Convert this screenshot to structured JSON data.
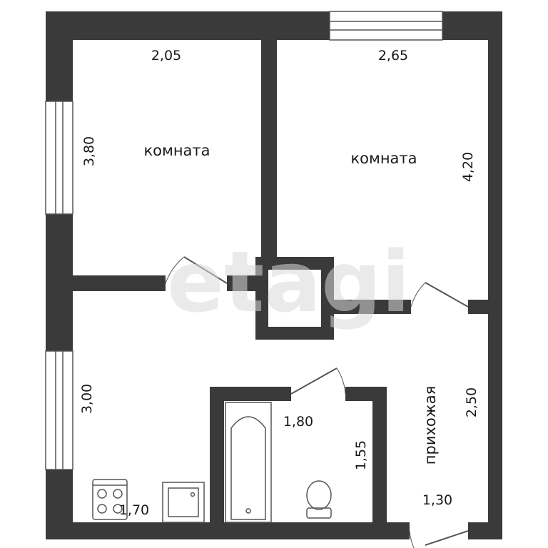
{
  "plan": {
    "watermark": "etagi",
    "rooms": [
      {
        "id": "room-left",
        "label": "комната",
        "width": "2,05",
        "length": "3,80"
      },
      {
        "id": "room-right",
        "label": "комната",
        "width": "2,65",
        "length": "4,20"
      },
      {
        "id": "kitchen",
        "label": "",
        "width": "1,70",
        "length": "3,00"
      },
      {
        "id": "bathroom",
        "label": "",
        "width": "1,80",
        "length": "1,55"
      },
      {
        "id": "hallway",
        "label": "прихожая",
        "width": "1,30",
        "length": "2,50"
      }
    ]
  },
  "colors": {
    "wall": "#3a3a3a",
    "line": "#555555",
    "background": "#ffffff",
    "watermark": "#d9d9d9"
  },
  "icons": [
    "stove-icon",
    "sink-icon",
    "bathtub-icon",
    "toilet-icon",
    "window-icon",
    "door-icon"
  ]
}
